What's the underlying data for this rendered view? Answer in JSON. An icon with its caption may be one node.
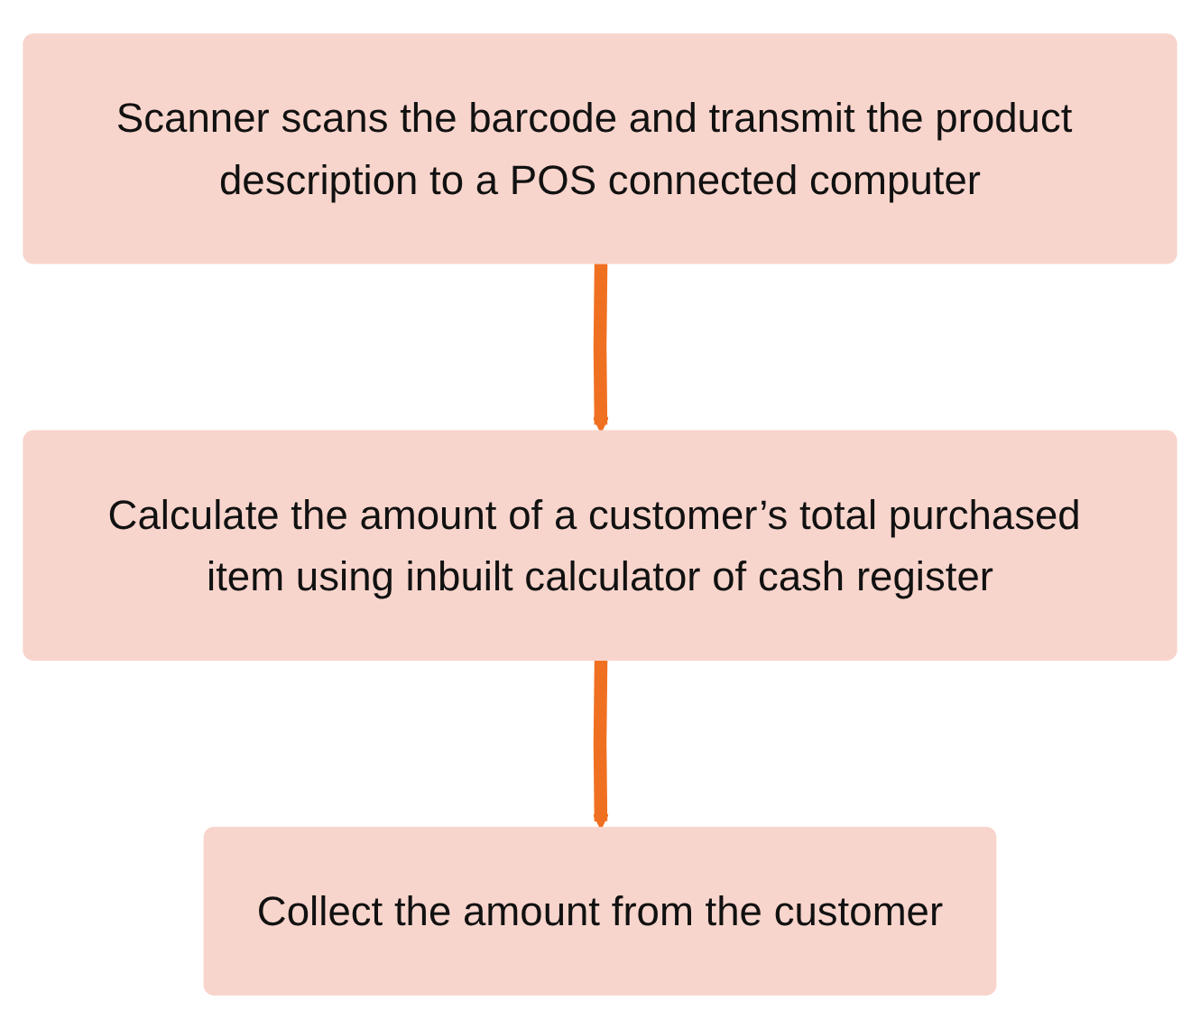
{
  "diagram": {
    "nodes": [
      {
        "text": [
          "Scanner scans the barcode and transmit the product description to a POS connected computer"
        ]
      },
      {
        "text": [
          "Calculate the amount of a customer’s total purchased item using inbuilt calculator of cash register"
        ]
      },
      {
        "text": [
          "Collect the amount from the customer"
        ]
      }
    ],
    "edges": [
      {
        "from": 0,
        "to": 1,
        "arrow": "to"
      },
      {
        "from": 1,
        "to": 2,
        "arrow": "to"
      }
    ]
  }
}
